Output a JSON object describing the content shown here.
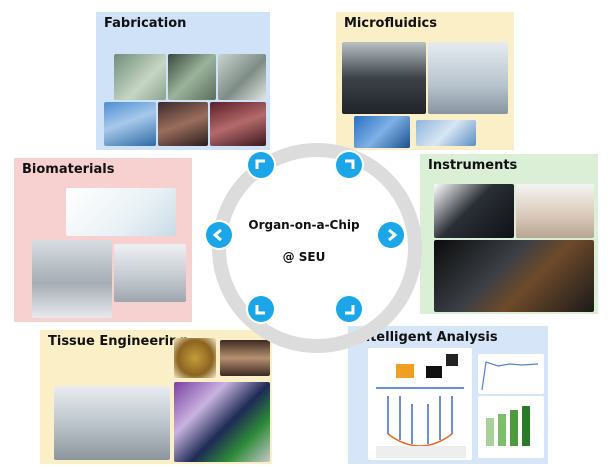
{
  "panels": {
    "fabrication": {
      "title": "Fabrication",
      "bg": "#cfe2f7"
    },
    "microfluidics": {
      "title": "Microfluidics",
      "bg": "#fbefc8"
    },
    "biomaterials": {
      "title": "Biomaterials",
      "bg": "#f7d0d0"
    },
    "instruments": {
      "title": "Instruments",
      "bg": "#dbeed6"
    },
    "tissue_engineering": {
      "title": "Tissue Engineering",
      "bg": "#fbefc8"
    },
    "intelligent_analysis": {
      "title": "Intelligent Analysis",
      "bg": "#d6e6f8"
    }
  },
  "center": {
    "line1": "Organ-on-a-Chip",
    "line2": "@ SEU"
  },
  "colors": {
    "ring": "#dcdcdc",
    "arrow": "#1aa6e8"
  }
}
